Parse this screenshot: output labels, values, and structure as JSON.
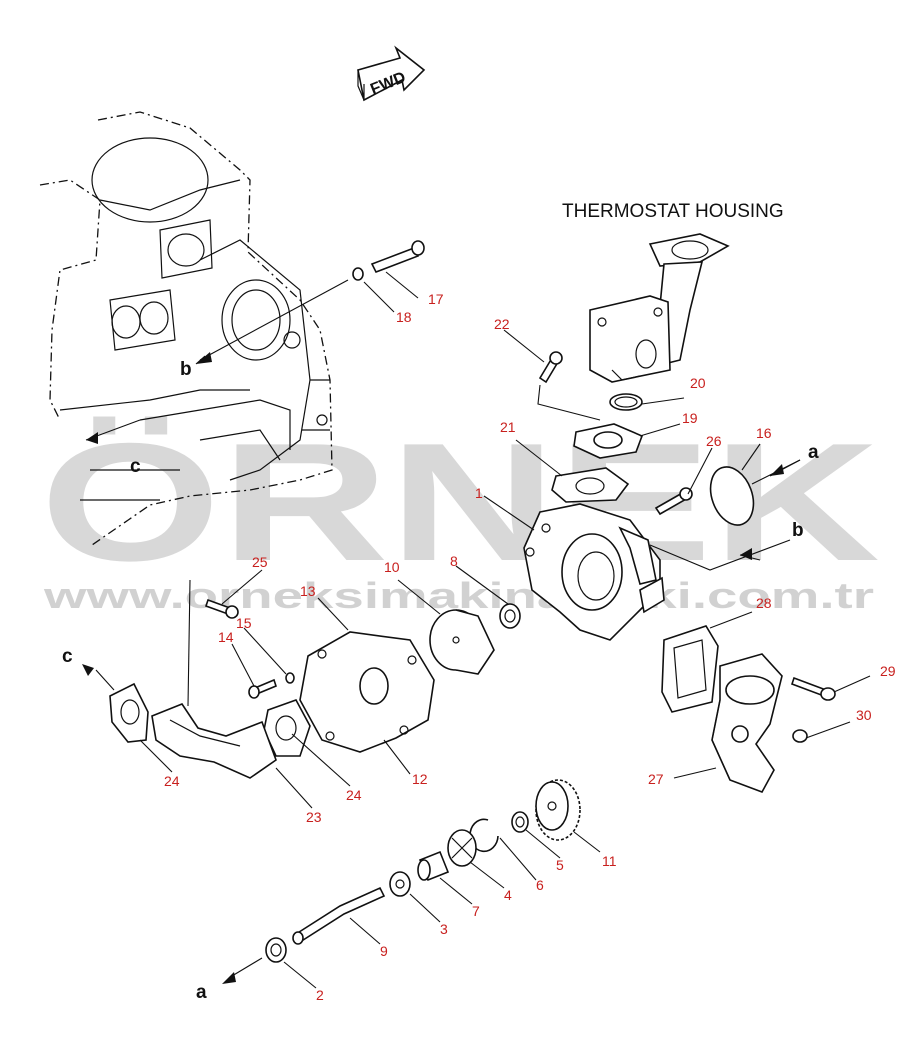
{
  "title": "THERMOSTAT HOUSING",
  "fwd_label": "FWD",
  "watermark": {
    "main": "ÖRNEK",
    "sub": "www.orneksimakinamaki.com.tr"
  },
  "colors": {
    "callout": "#c8201e",
    "line": "#111111",
    "watermark": "#9a9a9a"
  },
  "refs": {
    "a": "a",
    "b": "b",
    "c": "c"
  },
  "callouts": {
    "c1": "1",
    "c2": "2",
    "c3": "3",
    "c4": "4",
    "c5": "5",
    "c6": "6",
    "c7": "7",
    "c8": "8",
    "c9": "9",
    "c10": "10",
    "c11": "11",
    "c12": "12",
    "c13": "13",
    "c14": "14",
    "c15": "15",
    "c16": "16",
    "c17": "17",
    "c18": "18",
    "c19": "19",
    "c20": "20",
    "c21": "21",
    "c22": "22",
    "c23": "23",
    "c24a": "24",
    "c24b": "24",
    "c25": "25",
    "c26": "26",
    "c27": "27",
    "c28": "28",
    "c29": "29",
    "c30": "30"
  }
}
